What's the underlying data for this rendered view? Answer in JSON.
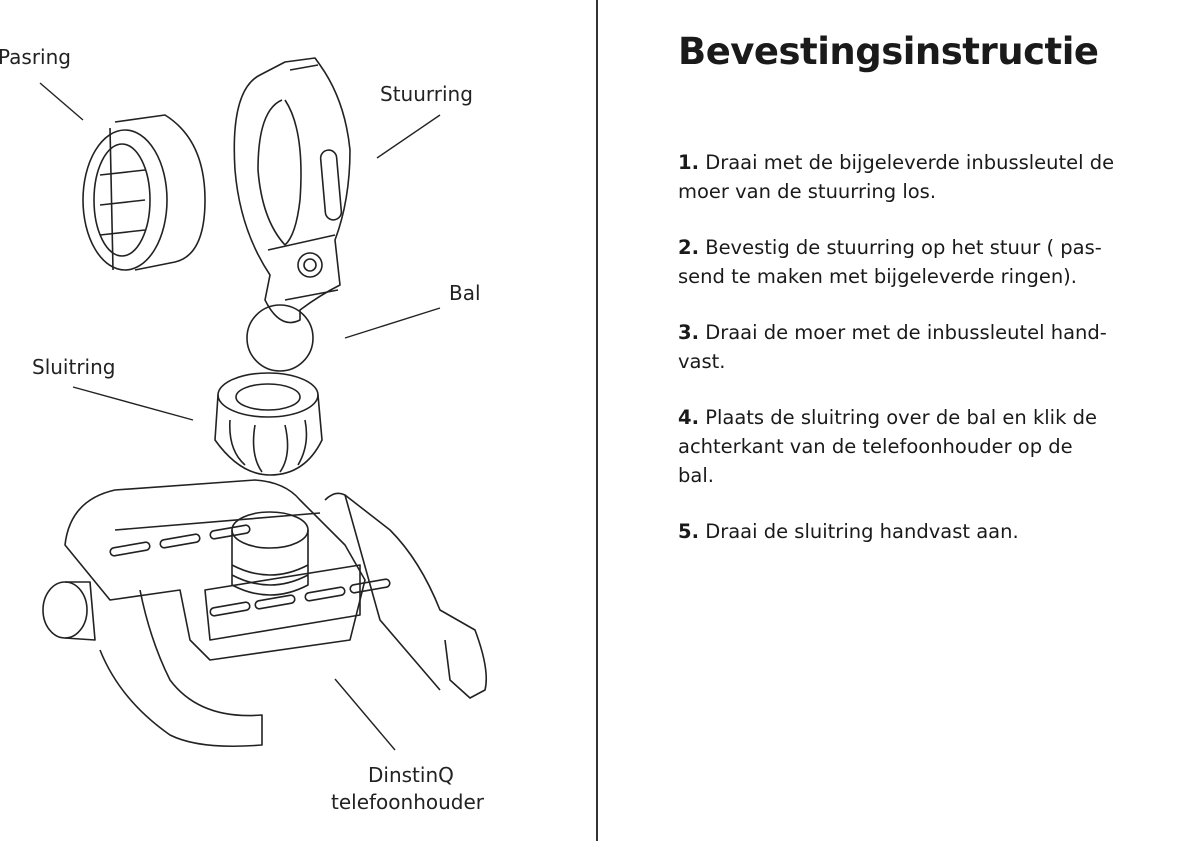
{
  "diagram": {
    "labels": {
      "pasring": "Pasring",
      "stuurring": "Stuurring",
      "bal": "Bal",
      "sluitring": "Sluitring",
      "holder_line1": "DinstinQ",
      "holder_line2": "telefoonhouder"
    }
  },
  "instructions": {
    "title": "Bevestingsinstructie",
    "steps": [
      {
        "number": "1.",
        "lines": [
          "Draai met de bijgeleverde inbussleutel de",
          "moer van de stuurring los."
        ]
      },
      {
        "number": "2.",
        "lines": [
          "Bevestig de stuurring op het stuur ( pas-",
          "send te maken met bijgeleverde ringen)."
        ]
      },
      {
        "number": "3.",
        "lines": [
          "Draai de moer met de inbussleutel hand-",
          "vast."
        ]
      },
      {
        "number": "4.",
        "lines": [
          "Plaats de sluitring over de bal en klik de",
          "achterkant van de telefoonhouder op de",
          "bal."
        ]
      },
      {
        "number": "5.",
        "lines": [
          "Draai de sluitring handvast aan."
        ]
      }
    ]
  }
}
